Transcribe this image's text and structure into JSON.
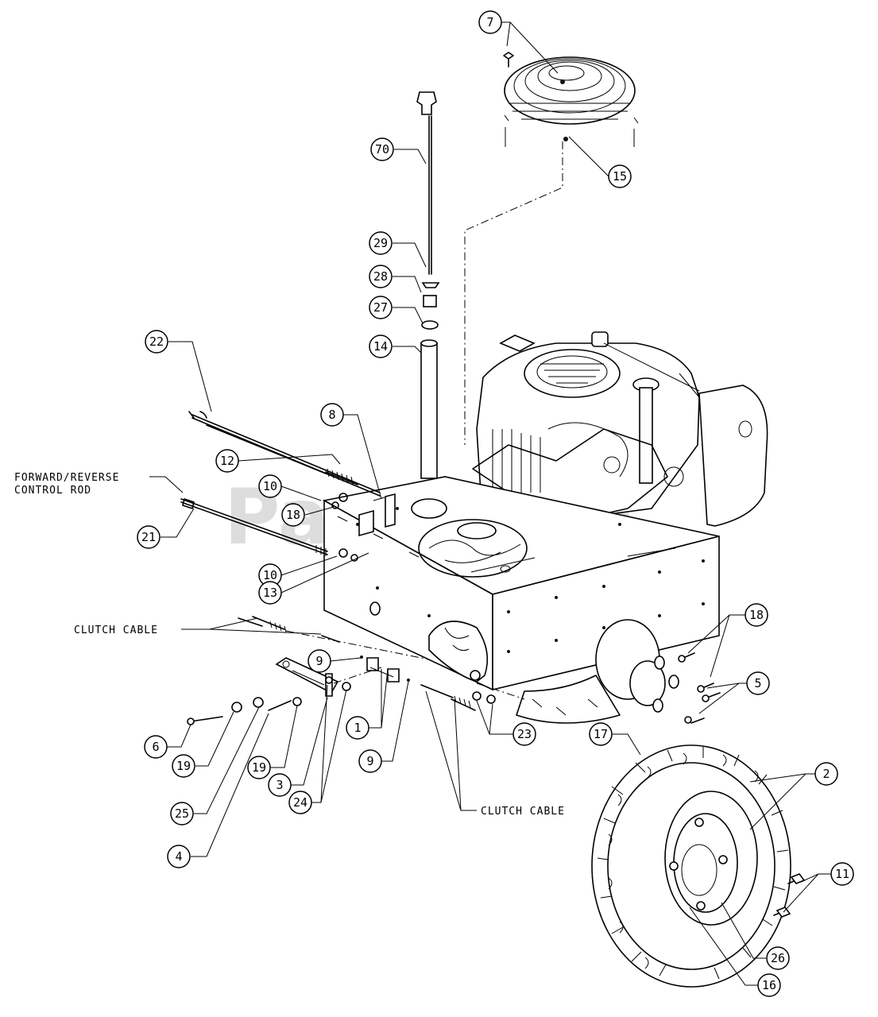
{
  "watermark": "PartsTree",
  "labels": {
    "forward_reverse_line1": "FORWARD/REVERSE",
    "forward_reverse_line2": "CONTROL ROD",
    "clutch_cable_upper": "CLUTCH CABLE",
    "clutch_cable_lower": "CLUTCH CABLE"
  },
  "callouts": [
    "7",
    "15",
    "70",
    "29",
    "28",
    "27",
    "14",
    "22",
    "8",
    "12",
    "10",
    "18",
    "21",
    "10",
    "13",
    "9",
    "1",
    "9",
    "23",
    "6",
    "19",
    "19",
    "3",
    "24",
    "25",
    "4",
    "18",
    "5",
    "17",
    "2",
    "11",
    "26",
    "16"
  ]
}
